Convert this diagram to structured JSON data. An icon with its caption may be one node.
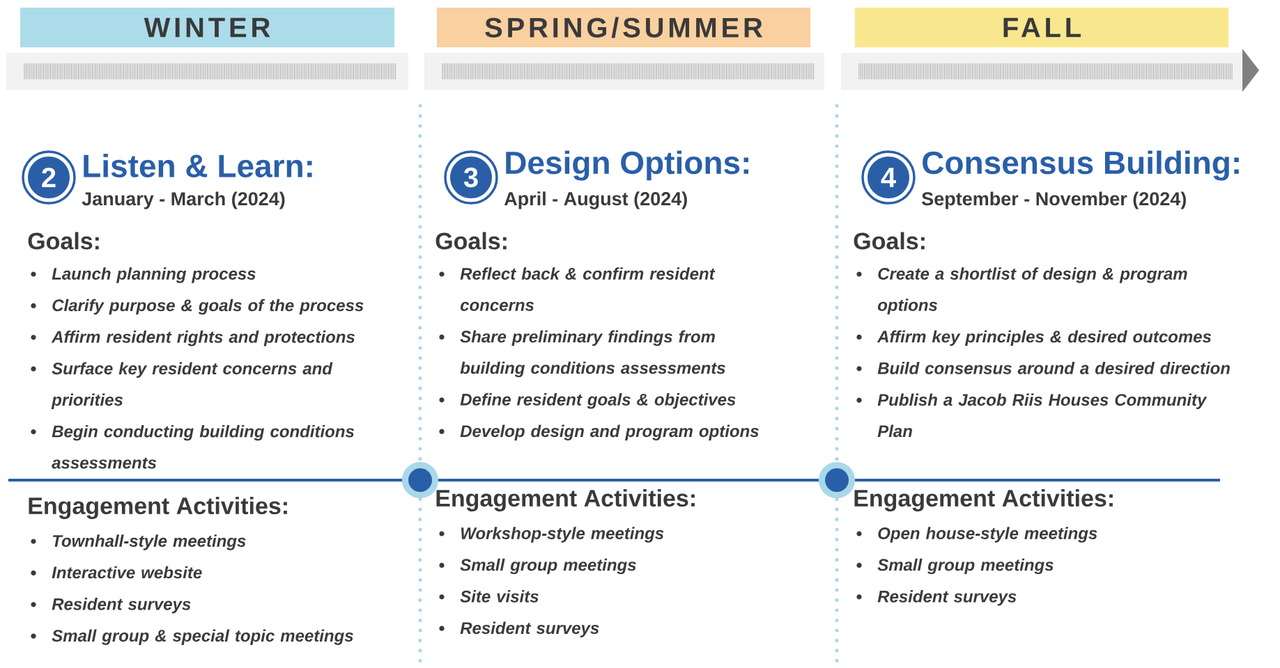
{
  "diagram": {
    "nodes": [
      {
        "text": [
          "WINTER"
        ]
      },
      {
        "text": [
          "SPRING/SUMMER"
        ]
      },
      {
        "text": [
          "FALL"
        ]
      },
      {
        "text": [
          "2"
        ],
        "beside": [
          "Listen & Learn:",
          "January - March (2024)"
        ]
      },
      {
        "text": [
          "3"
        ],
        "beside": [
          "Design Options:",
          "April - August (2024)"
        ]
      },
      {
        "text": [
          "4"
        ],
        "beside": [
          "Consensus Building:",
          "September - November (2024)"
        ]
      }
    ],
    "labels": [
      "Goals:",
      "Launch planning process",
      "Clarify purpose & goals of the process",
      "Affirm resident rights and protections",
      "Surface key resident concerns and priorities",
      "Begin conducting building conditions assessments",
      "Engagement Activities:",
      "Townhall-style meetings",
      "Interactive website",
      "Resident surveys",
      "Small group & special topic meetings",
      "Goals:",
      "Reflect back & confirm resident concerns",
      "Share preliminary findings from building conditions assessments",
      "Define resident goals & objectives",
      "Develop design and program options",
      "Engagement Activities:",
      "Workshop-style meetings",
      "Small group meetings",
      "Site visits",
      "Resident surveys",
      "Goals:",
      "Create a shortlist of design & program options",
      "Affirm key principles & desired outcomes",
      "Build consensus around a desired direction",
      "Publish a Jacob Riis Houses Community Plan",
      "Engagement Activities:",
      "Open house-style meetings",
      "Small group meetings",
      "Resident surveys"
    ]
  }
}
